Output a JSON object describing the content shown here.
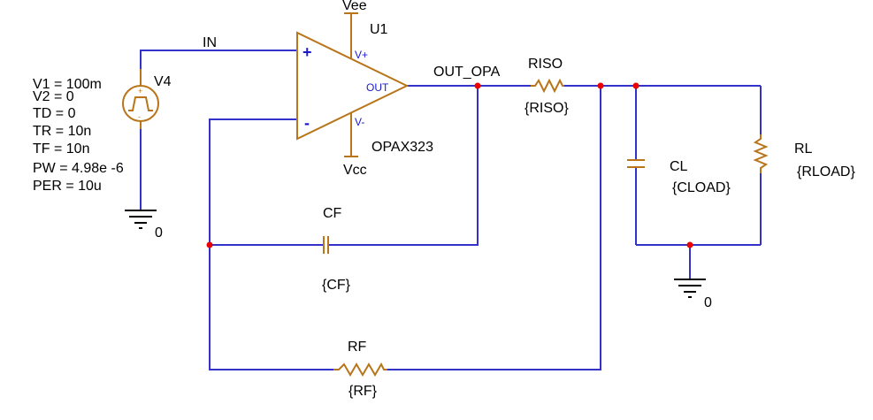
{
  "colors": {
    "wire": "#3333cc",
    "component": "#b8751a",
    "junction": "#ee0000",
    "text": "#000000",
    "pin_text": "#1a1acc"
  },
  "net_labels": {
    "in": "IN",
    "out_opa": "OUT_OPA"
  },
  "opamp": {
    "ref": "U1",
    "model": "OPAX323",
    "plus_sign": "+",
    "minus_sign": "-",
    "pin_vplus": "V+",
    "pin_vminus": "V-",
    "pin_out": "OUT",
    "supply_top": "Vee",
    "supply_bottom": "Vcc"
  },
  "source": {
    "ref": "V4",
    "params": [
      "V1 = 100m",
      "V2 = 0",
      "TD = 0",
      "TR = 10n",
      "TF = 10n",
      "PW = 4.98e -6",
      "PER = 10u"
    ]
  },
  "components": {
    "riso": {
      "ref": "RISO",
      "value": "{RISO}"
    },
    "cf": {
      "ref": "CF",
      "value": "{CF}"
    },
    "rf": {
      "ref": "RF",
      "value": "{RF}"
    },
    "cl": {
      "ref": "CL",
      "value": "{CLOAD}"
    },
    "rl": {
      "ref": "RL",
      "value": "{RLOAD}"
    }
  },
  "grounds": {
    "left": "0",
    "right": "0"
  }
}
